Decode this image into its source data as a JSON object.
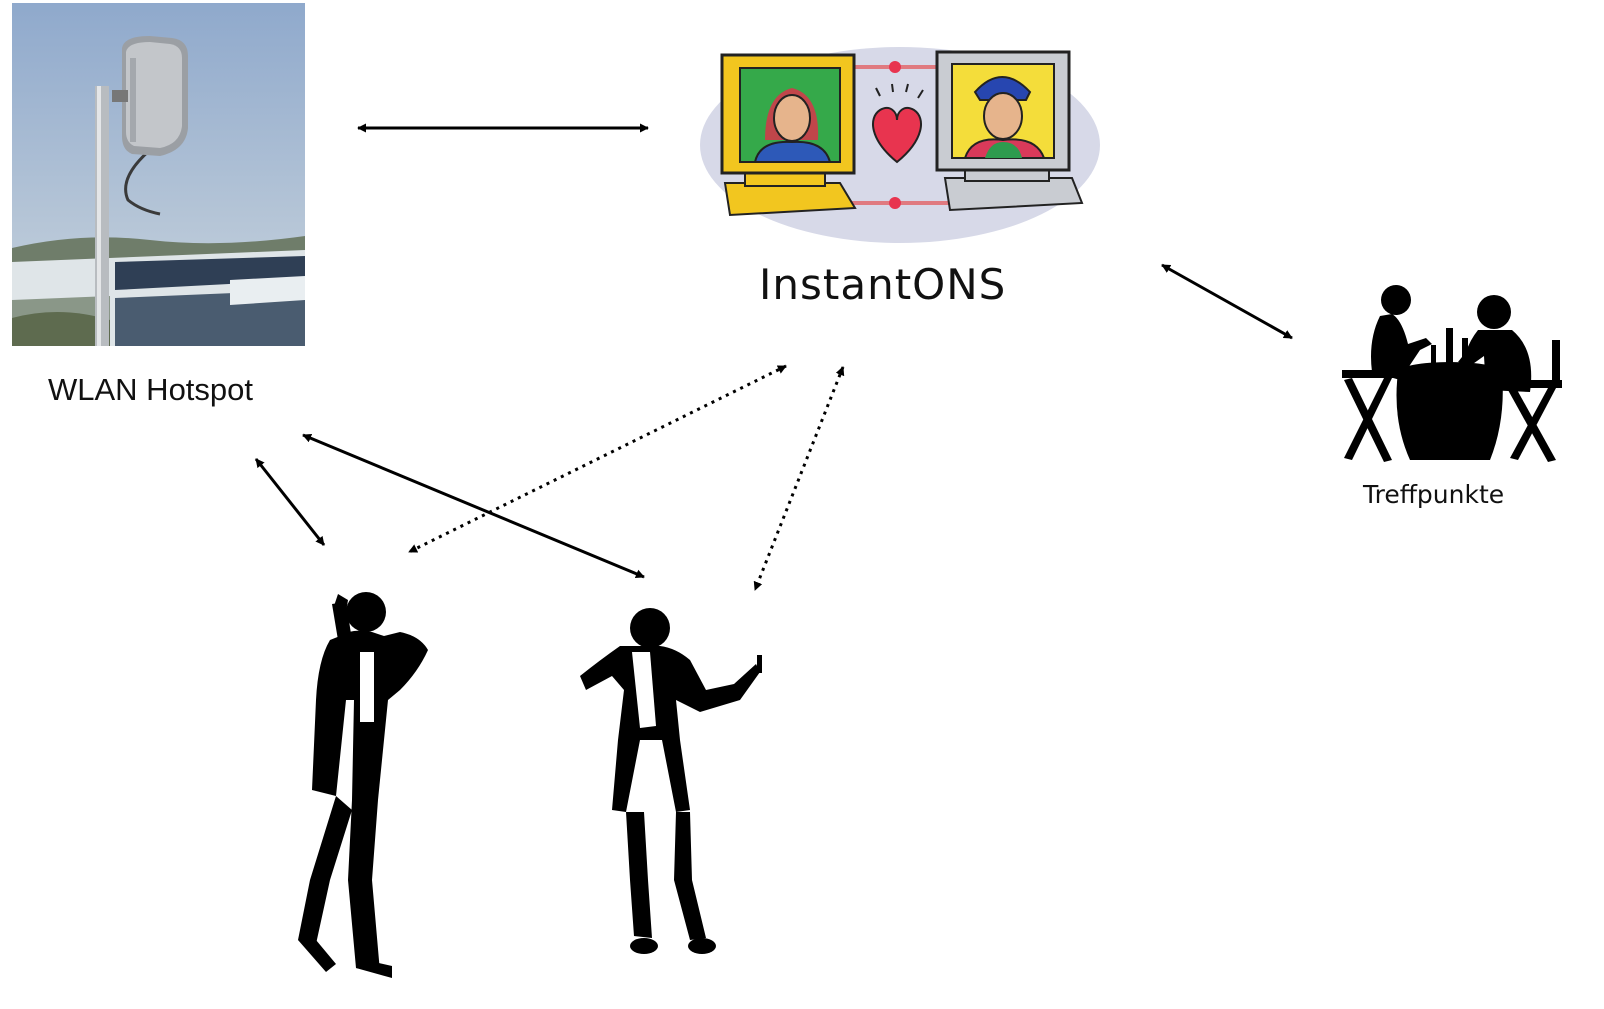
{
  "nodes": {
    "hotspot": {
      "label": "WLAN Hotspot"
    },
    "instantons": {
      "label": "InstantONS"
    },
    "treffpunkte": {
      "label": "Treffpunkte"
    },
    "man": {},
    "woman": {}
  },
  "edges": [
    {
      "from": "hotspot",
      "to": "instantons",
      "style": "solid",
      "direction": "both"
    },
    {
      "from": "instantons",
      "to": "treffpunkte",
      "style": "solid",
      "direction": "both"
    },
    {
      "from": "hotspot",
      "to": "man",
      "style": "solid",
      "direction": "both"
    },
    {
      "from": "hotspot",
      "to": "woman",
      "style": "solid",
      "direction": "both"
    },
    {
      "from": "instantons",
      "to": "man",
      "style": "dotted",
      "direction": "both"
    },
    {
      "from": "instantons",
      "to": "woman",
      "style": "dotted",
      "direction": "both"
    }
  ],
  "colors": {
    "sky": "#9fb8d6",
    "monitor_left": "#f2c61f",
    "monitor_right": "#c9ccd2",
    "heart": "#e8344f",
    "cloud": "#d7d9e8",
    "silhouette": "#000000"
  }
}
